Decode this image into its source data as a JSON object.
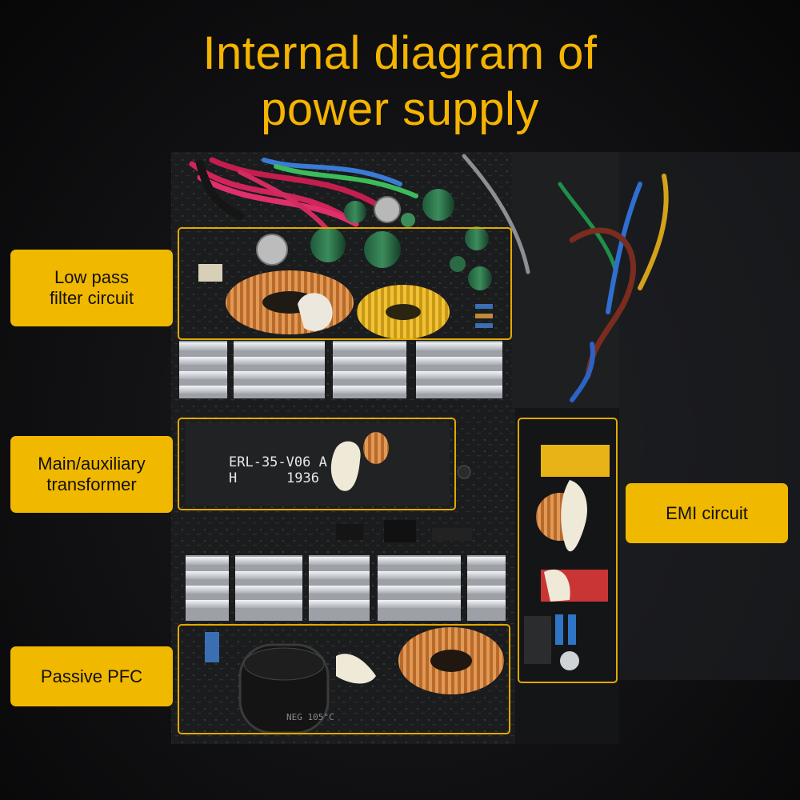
{
  "title": {
    "line1": "Internal diagram of",
    "line2": "power supply"
  },
  "transformer_marking": {
    "model": "ERL-35-V06 A",
    "line2_left": "H",
    "line2_right": "1936"
  },
  "capacitor_marking": "NEG 105°C",
  "labels": {
    "low_pass": {
      "line1": "Low pass",
      "line2": "filter circuit"
    },
    "transformer": {
      "line1": "Main/auxiliary",
      "line2": "transformer"
    },
    "emi": {
      "line1": "EMI circuit"
    },
    "pfc": {
      "line1": "Passive PFC"
    }
  },
  "colors": {
    "accent": "#f1b800",
    "frame": "#e2a900",
    "title": "#f4b400",
    "pcb": "#1b1d1f",
    "heatsink": "#dcdfe3",
    "copper": "#c87a35"
  }
}
